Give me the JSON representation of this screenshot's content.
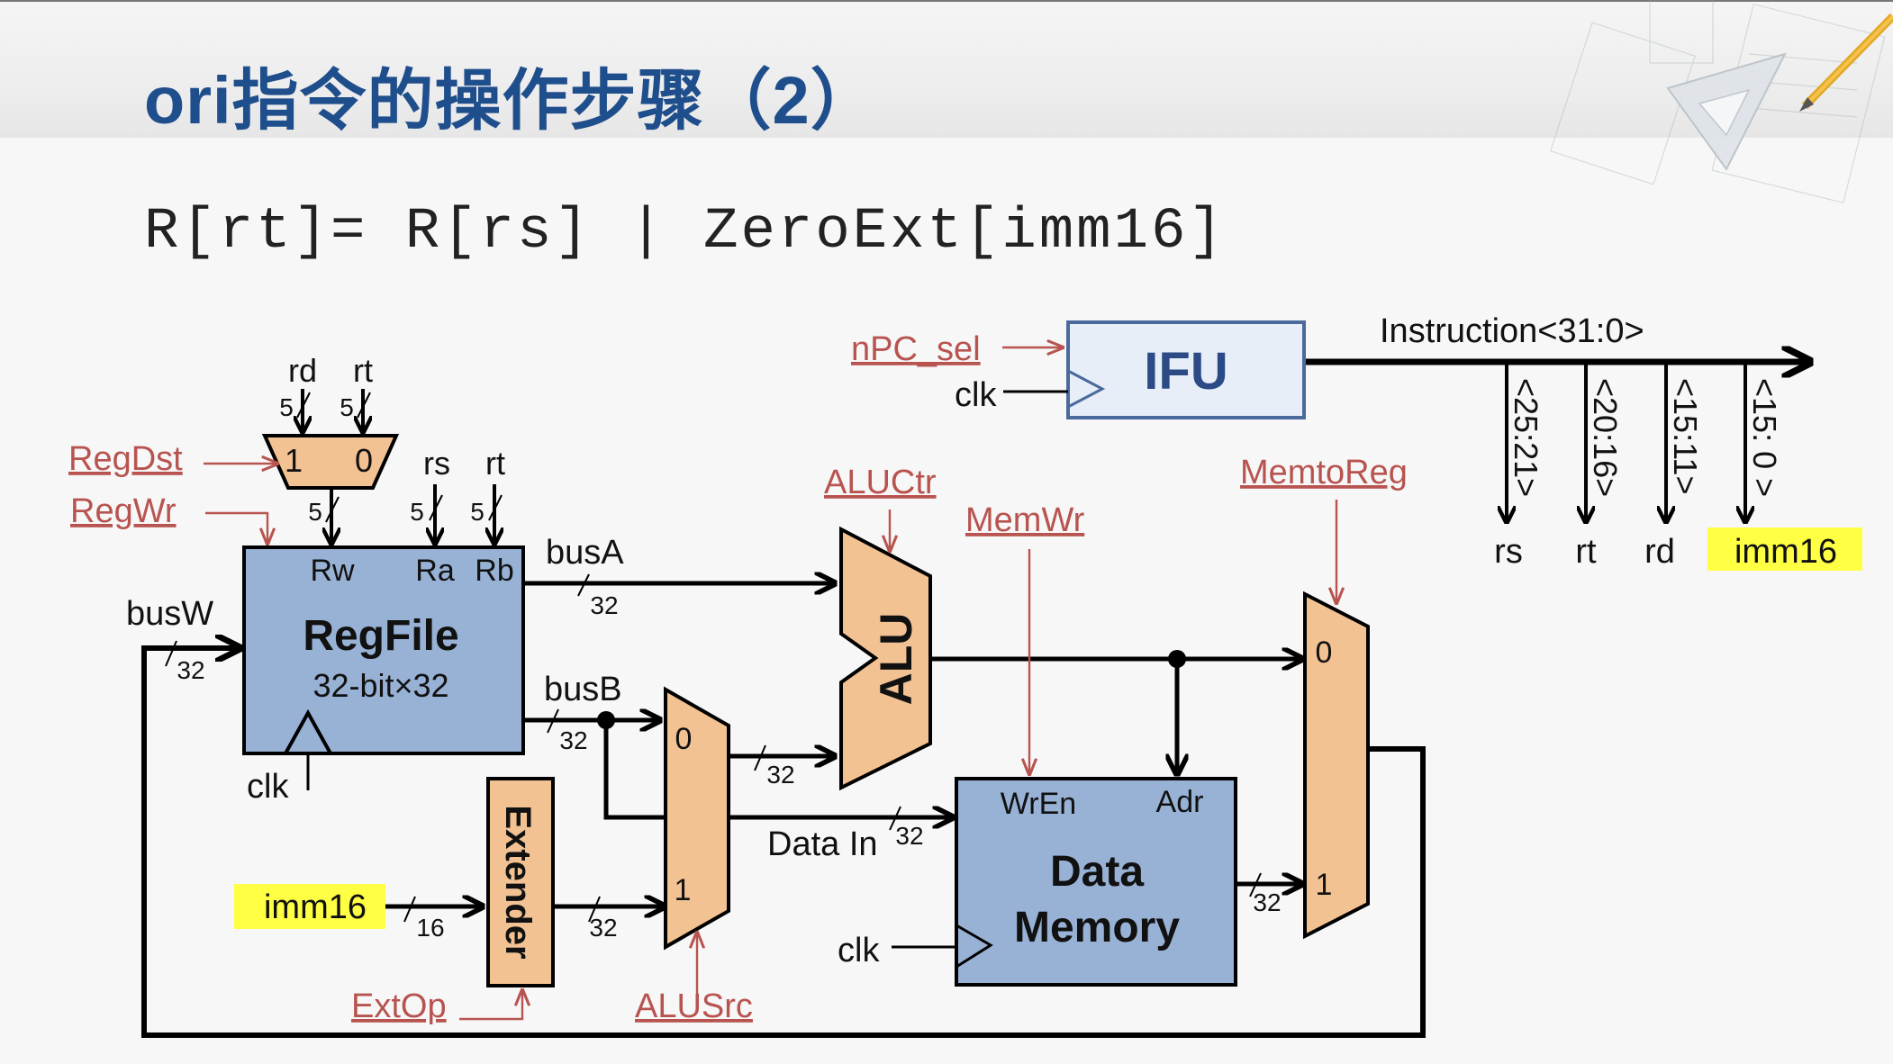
{
  "slide": {
    "title": "ori指令的操作步骤（2）",
    "formula": "R[rt]= R[rs] | ZeroExt[imm16]"
  },
  "colors": {
    "title_blue": "#1f4e8c",
    "block_blue": "#98b2d6",
    "ifu_fill": "#e8eef8",
    "ifu_border": "#4a6a9c",
    "mux_orange": "#f2c293",
    "control_red": "#b85450",
    "highlight_yellow": "#ffff44",
    "wire": "#000000"
  },
  "diagram": {
    "ifu": {
      "label": "IFU",
      "input_control": "nPC_sel",
      "clk": "clk"
    },
    "instruction_bus": {
      "label": "Instruction<31:0>",
      "fields": [
        {
          "bits": "<25:21>",
          "name": "rs",
          "highlighted": false
        },
        {
          "bits": "<20:16>",
          "name": "rt",
          "highlighted": false
        },
        {
          "bits": "<15:11>",
          "name": "rd",
          "highlighted": false
        },
        {
          "bits": "<15: 0 >",
          "name": "imm16",
          "highlighted": true
        }
      ]
    },
    "regdst_mux": {
      "control": "RegDst",
      "in1_label": "1",
      "in0_label": "0",
      "in1_src": "rd",
      "in0_src": "rt",
      "in_width": "5",
      "out_width": "5"
    },
    "regfile": {
      "title": "RegFile",
      "subtitle": "32-bit×32",
      "ports": {
        "rw": "Rw",
        "ra": "Ra",
        "rb": "Rb"
      },
      "ra_src": "rs",
      "rb_src": "rt",
      "ra_width": "5",
      "rb_width": "5",
      "control": "RegWr",
      "clk": "clk",
      "busW_label": "busW",
      "busW_width": "32",
      "busA_label": "busA",
      "busA_width": "32",
      "busB_label": "busB",
      "busB_width": "32"
    },
    "extender": {
      "label": "Extender",
      "input": "imm16",
      "in_width": "16",
      "out_width": "32",
      "control": "ExtOp",
      "input_highlighted": true
    },
    "alusrc_mux": {
      "control": "ALUSrc",
      "in0_label": "0",
      "in1_label": "1",
      "out_width": "32"
    },
    "alu": {
      "label": "ALU",
      "control": "ALUCtr"
    },
    "data_memory": {
      "title_line1": "Data",
      "title_line2": "Memory",
      "ports": {
        "wren": "WrEn",
        "adr": "Adr"
      },
      "data_in_label": "Data In",
      "data_in_width": "32",
      "control": "MemWr",
      "clk": "clk",
      "out_width": "32"
    },
    "memtoreg_mux": {
      "control": "MemtoReg",
      "in0_label": "0",
      "in1_label": "1"
    }
  }
}
